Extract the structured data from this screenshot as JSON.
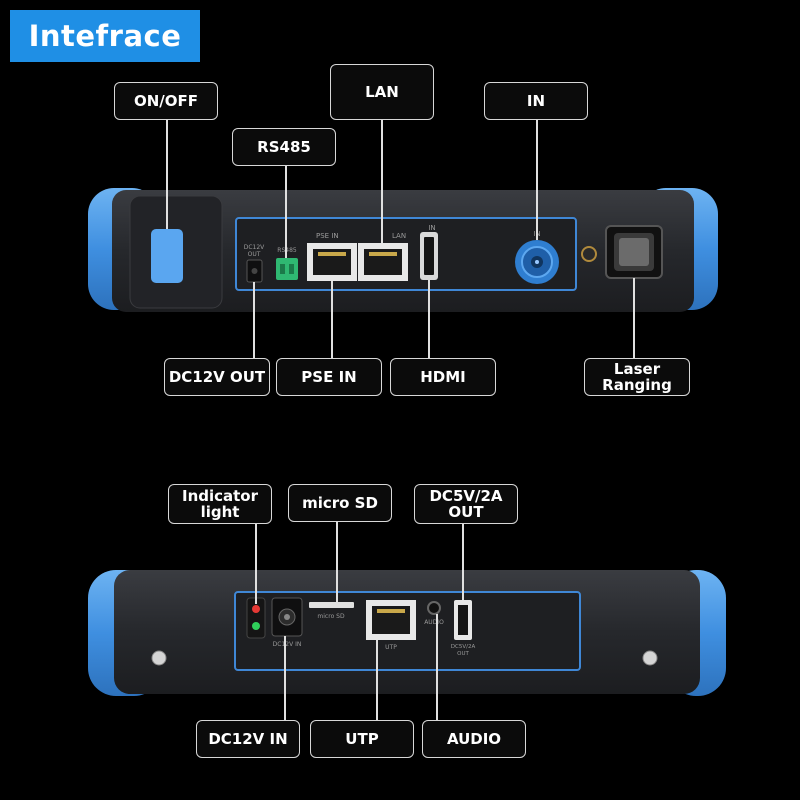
{
  "title": "Intefrace",
  "top_panel": {
    "labels": {
      "on_off": "ON/OFF",
      "rs485": "RS485",
      "lan": "LAN",
      "in": "IN",
      "dc12v_out": "DC12V OUT",
      "pse_in": "PSE IN",
      "hdmi": "HDMI",
      "laser_ranging": "Laser\nRanging"
    },
    "silkscreen": {
      "dc12v_out": "DC12V\nOUT",
      "rs485": "RS485",
      "pse_in": "PSE IN",
      "lan": "LAN",
      "hdmi_in": "IN",
      "bnc_in": "IN"
    }
  },
  "bottom_panel": {
    "labels": {
      "indicator_light": "Indicator\nlight",
      "micro_sd": "micro SD",
      "dc5v_out": "DC5V/2A\nOUT",
      "dc12v_in": "DC12V IN",
      "utp": "UTP",
      "audio": "AUDIO"
    },
    "silkscreen": {
      "dc12v_in": "DC12V IN",
      "micro_sd": "micro SD",
      "utp": "UTP",
      "audio": "AUDIO",
      "dc5v_out": "DC5V/2A\nOUT"
    }
  },
  "colors": {
    "accent_blue": "#1f8fe5",
    "bumper_blue": "#4a9be8",
    "device_body": "#2a2c30",
    "panel_outline": "#3f87d6",
    "terminal_green": "#2fb872"
  }
}
